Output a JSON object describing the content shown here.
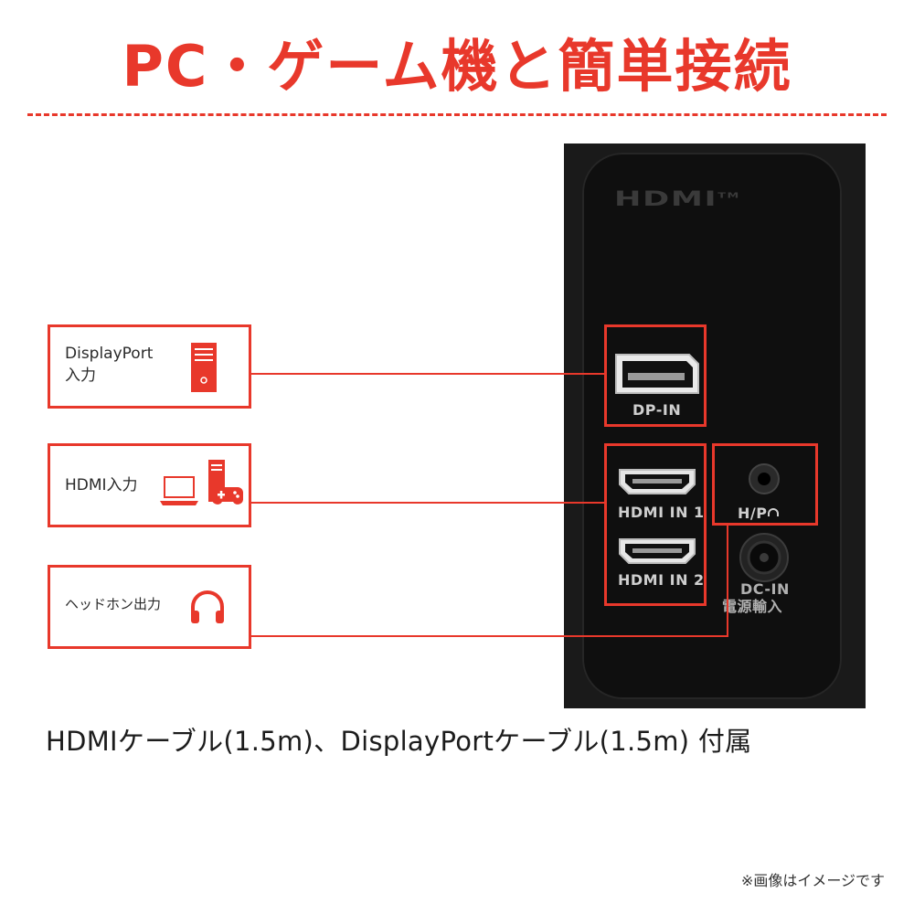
{
  "title": "PC・ゲーム機と簡単接続",
  "panel": {
    "hdmi_logo": "HDMI",
    "hdmi_tm": "TM",
    "ports": {
      "dp": "DP-IN",
      "hdmi1": "HDMI IN 1",
      "hdmi2": "HDMI IN 2",
      "hp": "H/P",
      "dc": "DC-IN",
      "power": "電源輸入"
    }
  },
  "callouts": [
    {
      "label_line1": "DisplayPort",
      "label_line2": "入力",
      "icon": "pc-tower-icon"
    },
    {
      "label_line1": "HDMI入力",
      "icon": "laptop-icon"
    },
    {
      "label_line1": "ヘッドホン出力",
      "icon": "headphones-icon"
    }
  ],
  "caption": "HDMIケーブル(1.5m)、DisplayPortケーブル(1.5m) 付属",
  "note": "※画像はイメージです",
  "colors": {
    "accent": "#e8382b",
    "panel": "#1a1a1a"
  }
}
